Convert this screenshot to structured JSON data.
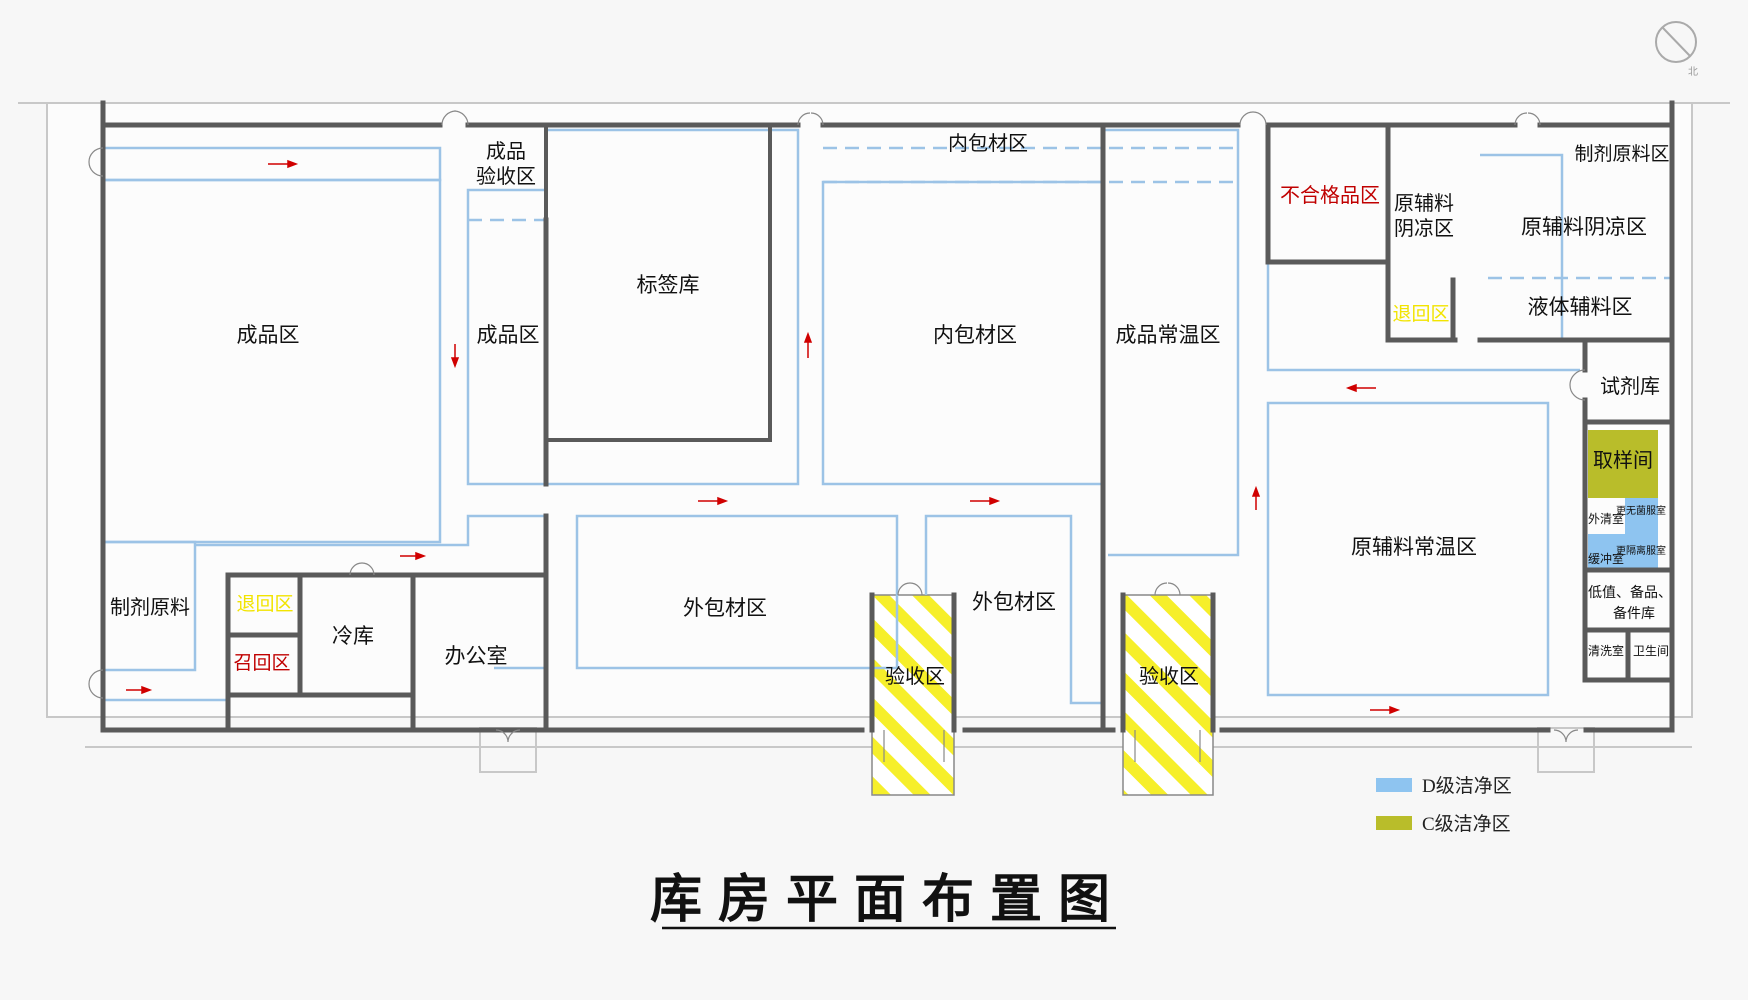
{
  "title": "库房平面布置图",
  "compass": {
    "label": "北"
  },
  "colors": {
    "wall": "#5a5a5a",
    "blue_line": "#9cc3e6",
    "d_grade": "#8ec4f0",
    "c_grade": "#b9bd2a",
    "hatch": "#f6ef2a",
    "red_label": "#c00000",
    "yellow_label": "#f2e400",
    "arrow": "#d00000"
  },
  "rooms": {
    "finished_goods": "成品区",
    "finished_check_1": "成品",
    "finished_check_2": "验收区",
    "finished_goods_2": "成品区",
    "label_store": "标签库",
    "inner_pack_top": "内包材区",
    "inner_pack": "内包材区",
    "finished_normal": "成品常温区",
    "reject": "不合格品区",
    "raw_cool_1": "原辅料",
    "raw_cool_2": "阴凉区",
    "return_right": "退回区",
    "prep_raw_top": "制剂原料区",
    "raw_cool_right": "原辅料阴凉区",
    "liquid_aux": "液体辅料区",
    "reagent": "试剂库",
    "sampling": "取样间",
    "outer_clean": "外清室",
    "sterile_change": "更无菌服室",
    "buffer": "缓冲室",
    "isolation_change": "更隔离服室",
    "low_value_1": "低值、备品、",
    "low_value_2": "备件库",
    "wash": "清洗室",
    "toilet": "卫生间",
    "raw_normal": "原辅料常温区",
    "prep_raw_left": "制剂原料",
    "return_left": "退回区",
    "recall": "召回区",
    "cold": "冷库",
    "office": "办公室",
    "outer_pack": "外包材区",
    "outer_pack_2": "外包材区",
    "receive_1": "验收区",
    "receive_2": "验收区"
  },
  "legend": [
    {
      "label": "D级洁净区",
      "color": "#8ec4f0"
    },
    {
      "label": "C级洁净区",
      "color": "#b9bd2a"
    }
  ]
}
